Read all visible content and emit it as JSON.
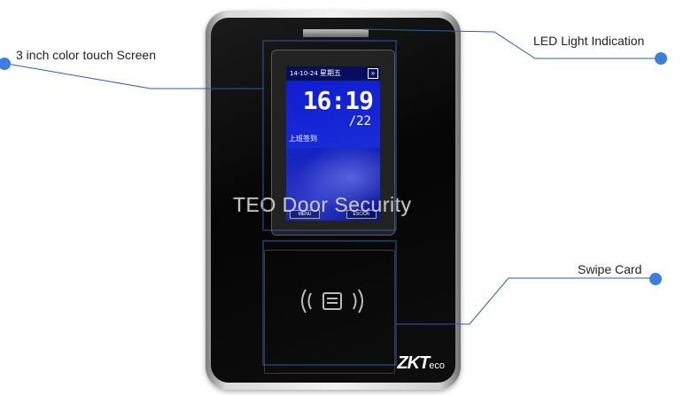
{
  "callouts": {
    "screen": "3 inch color  touch Screen",
    "led": "LED Light Indication",
    "card": "Swipe Card"
  },
  "device_screen": {
    "date": "14-10-24",
    "weekday": "星期五",
    "next_glyph": "»",
    "time": "16:19",
    "seconds": "/22",
    "status": "上班签到",
    "menu_label": "MENU",
    "esc_label": "ESC/OK"
  },
  "brand": {
    "main": "ZKT",
    "sub": "eco"
  },
  "watermark": "TEO Door Security",
  "colors": {
    "callout_line": "#2a5fa8",
    "dot": "#3a7ee0",
    "screen_blue": "#1a2bd8"
  }
}
